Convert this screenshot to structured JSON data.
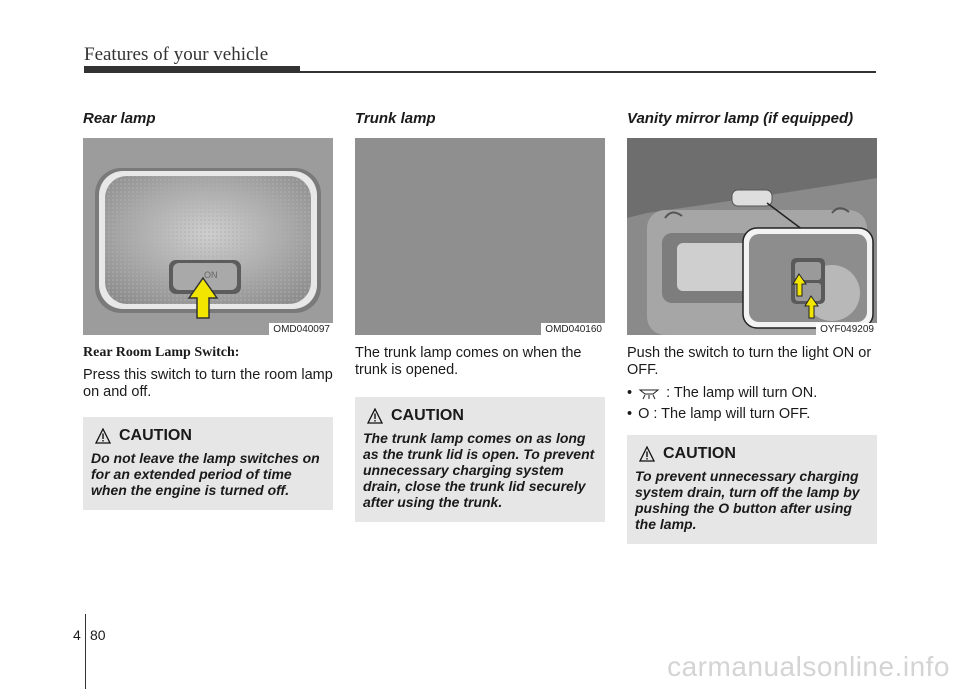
{
  "header": {
    "title": "Features of your vehicle"
  },
  "sections": [
    {
      "title": "Rear lamp",
      "figure_code": "OMD040097",
      "switch_text": "ON",
      "caption": "Rear Room Lamp Switch:",
      "body": "Press this switch to turn the room lamp on and off.",
      "caution": {
        "title": "CAUTION",
        "text": "Do not leave the lamp switches on for an extended period of time when the engine is turned off."
      }
    },
    {
      "title": "Trunk lamp",
      "figure_code": "OMD040160",
      "body": "The trunk lamp comes on when the trunk is opened.",
      "caution": {
        "title": "CAUTION",
        "text": "The trunk lamp comes on as long as the trunk lid is open. To prevent unnecessary charging system drain, close the trunk lid securely after using the trunk."
      }
    },
    {
      "title": "Vanity mirror lamp (if equipped)",
      "figure_code": "OYF049209",
      "body": "Push the switch to turn the light ON or OFF.",
      "bullets": [
        {
          "icon": "lamp-on-icon",
          "text": ": The lamp will turn ON."
        },
        {
          "text": "O : The lamp will turn OFF."
        }
      ],
      "caution": {
        "title": "CAUTION",
        "text": "To prevent unnecessary charging system drain, turn off the lamp by pushing the O button after using the lamp."
      }
    }
  ],
  "footer": {
    "chapter": "4",
    "page": "80"
  },
  "watermark": "carmanualsonline.info",
  "colors": {
    "caution_bg": "#e6e6e6",
    "arrow": "#f2e600",
    "rule": "#333333"
  }
}
